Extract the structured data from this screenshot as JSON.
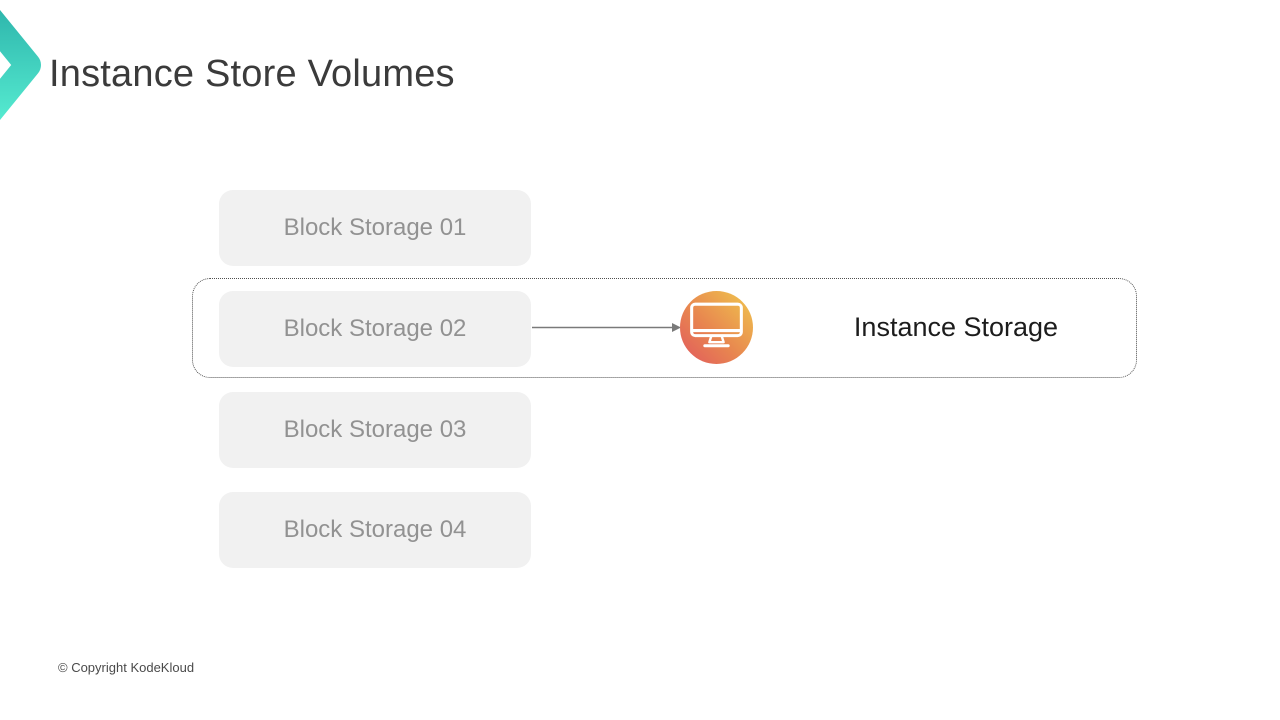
{
  "header": {
    "title": "Instance Store Volumes"
  },
  "diagram": {
    "block_storage_items": [
      {
        "label": "Block Storage 01"
      },
      {
        "label": "Block Storage 02"
      },
      {
        "label": "Block Storage 03"
      },
      {
        "label": "Block Storage 04"
      }
    ],
    "highlight": {
      "contains": [
        "Block Storage 02",
        "arrow-connector",
        "monitor-icon",
        "Instance Storage"
      ]
    },
    "instance_storage": {
      "label": "Instance Storage",
      "icon": "monitor-icon"
    }
  },
  "footer": {
    "copyright": "© Copyright KodeKloud"
  },
  "colors": {
    "background": "#ffffff",
    "logo_gradient_top": "#2fb7ad",
    "logo_gradient_bottom": "#55ead0",
    "icon_gradient_start": "#f0c84e",
    "icon_gradient_end": "#e1585e",
    "box_fill": "#f1f1f1",
    "box_text": "#929292",
    "arrow": "#7a7a7a",
    "dotted_border": "#4f4f4f",
    "title_text": "#3b3b3b",
    "label_text": "#1c1c1c",
    "copyright_text": "#4a4a4a"
  }
}
